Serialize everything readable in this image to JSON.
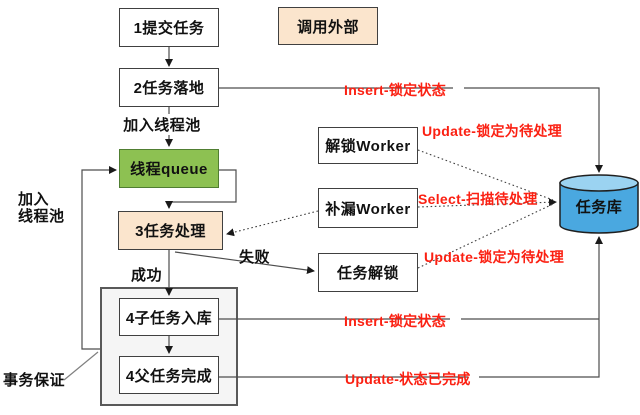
{
  "colors": {
    "annotation_red": "#FB2012",
    "queue_green_fill": "#8DC152",
    "queue_green_border": "#507E32",
    "tan_fill": "#FBE5CD",
    "db_body_blue": "#4AA8E0",
    "db_top_blue": "#9BD3F1",
    "connector_gray": "#4D4D4D"
  },
  "nodes": {
    "submit_task": {
      "label": "1提交任务"
    },
    "external_call": {
      "label": "调用外部"
    },
    "task_landing": {
      "label": "2任务落地"
    },
    "thread_queue": {
      "label": "线程queue"
    },
    "task_processing": {
      "label": "3任务处理"
    },
    "unlock_worker": {
      "label": "解锁Worker"
    },
    "fill_worker": {
      "label": "补漏Worker"
    },
    "task_unlock": {
      "label": "任务解锁"
    },
    "subtask_insert": {
      "label": "4子任务入库"
    },
    "parent_complete": {
      "label": "4父任务完成"
    },
    "task_db": {
      "label": "任务库"
    }
  },
  "edge_labels": {
    "join_thread_pool": "加入线程池",
    "join_pool_left_top": "加入",
    "join_pool_left_bottom": "线程池",
    "success": "成功",
    "failure": "失败",
    "transaction_guarantee": "事务保证"
  },
  "db_annotations": {
    "insert_locked_top": "Insert-锁定状态",
    "update_unlock_pending": "Update-锁定为待处理",
    "select_scan_pending": "Select-扫描待处理",
    "update_lock_pending": "Update-锁定为待处理",
    "insert_locked_bottom": "Insert-锁定状态",
    "update_status_done": "Update-状态已完成"
  }
}
